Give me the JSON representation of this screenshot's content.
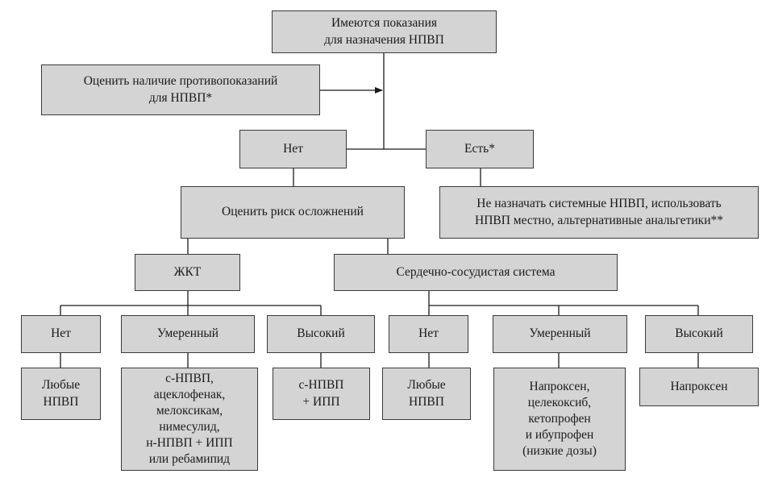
{
  "root": "Имеются показания\nдля назначения НПВП",
  "assess_contra": "Оценить наличие противопоказаний\nдля НПВП*",
  "no": "Нет",
  "yes": "Есть*",
  "yes_action": "Не назначать системные НПВП, использовать\nНПВП местно, альтернативные анальгетики**",
  "assess_risk": "Оценить риск осложнений",
  "gi": {
    "label": "ЖКТ",
    "none": "Нет",
    "moderate": "Умеренный",
    "high": "Высокий",
    "none_rx": "Любые\nНПВП",
    "moderate_rx": "с-НПВП,\nацеклофенак,\nмелоксикам,\nнимесулид,\nн-НПВП + ИПП\nили ребамипид",
    "high_rx": "с-НПВП\n+ ИПП"
  },
  "cv": {
    "label": "Сердечно-сосудистая система",
    "none": "Нет",
    "moderate": "Умеренный",
    "high": "Высокий",
    "none_rx": "Любые\nНПВП",
    "moderate_rx": "Напроксен,\nцелекоксиб,\nкетопрофен\nи ибупрофен\n(низкие дозы)",
    "high_rx": "Напроксен"
  }
}
